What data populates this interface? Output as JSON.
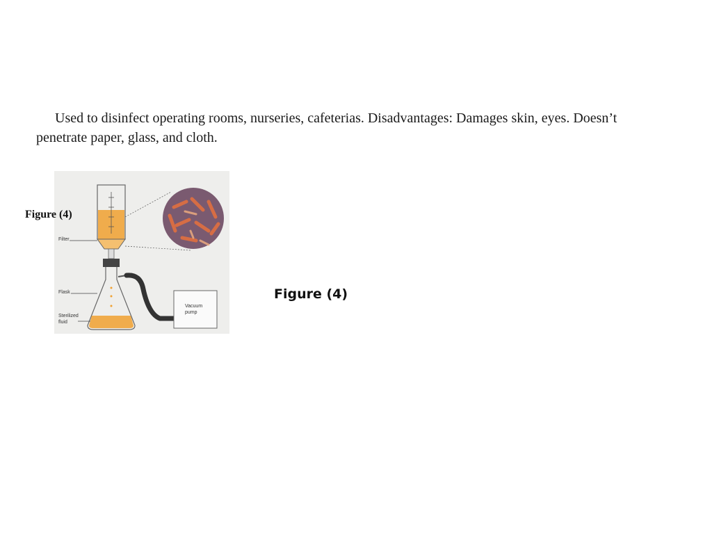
{
  "body_text": "Used to disinfect operating rooms, nurseries, cafeterias. Disadvantages: Damages skin, eyes. Doesn’t penetrate paper, glass, and cloth.",
  "figure": {
    "side_label": "Figure (4)",
    "caption": "Figure (4)",
    "labels": {
      "filter": "Filter",
      "flask": "Flask",
      "sterilized_fluid_line1": "Sterilized",
      "sterilized_fluid_line2": "fluid",
      "vacuum_pump_line1": "Vacuum",
      "vacuum_pump_line2": "pump"
    },
    "colors": {
      "liquid": "#f0a030",
      "bacteria": "#e07040",
      "background": "#eeeeec"
    }
  }
}
